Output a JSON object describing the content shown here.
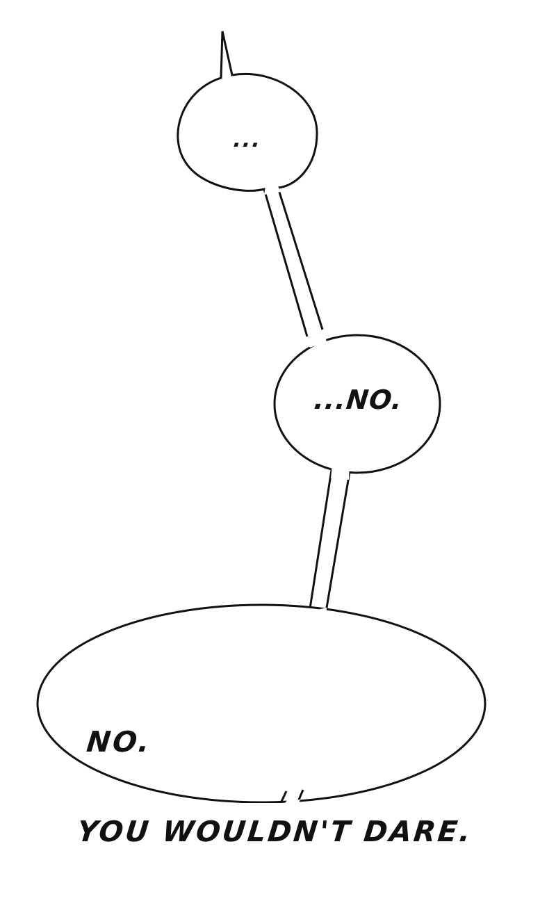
{
  "bubbles": {
    "first": "...",
    "second": "...NO.",
    "third_line1": "NO.",
    "third_line2": "YOU WOULDN'T DARE."
  },
  "colors": {
    "background": "#ffffff",
    "outline": "#111111",
    "text": "#111111"
  }
}
